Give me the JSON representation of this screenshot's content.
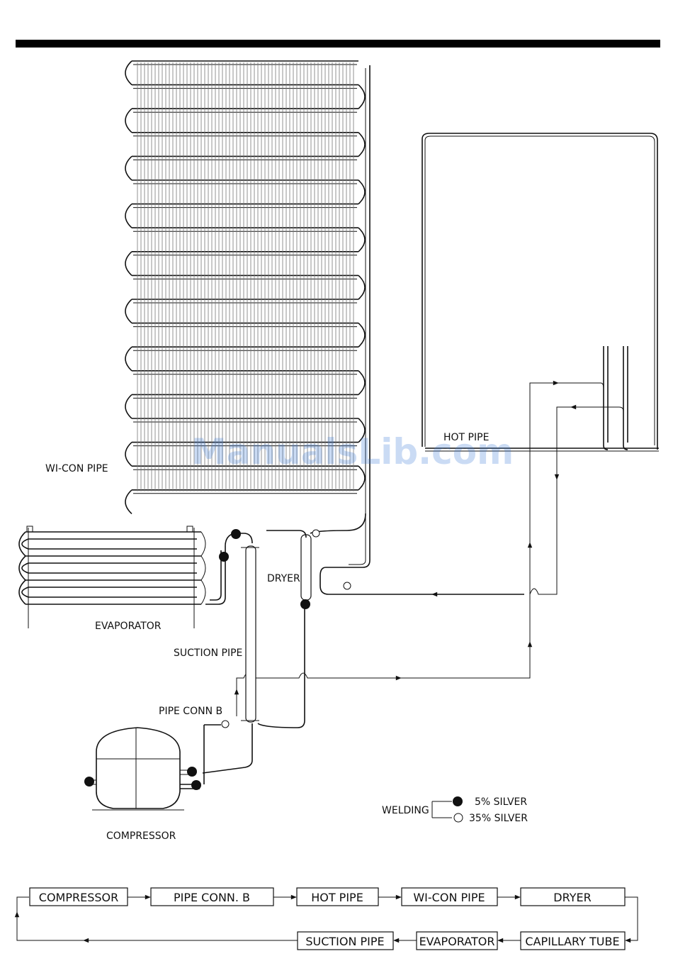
{
  "labels": {
    "wicon_pipe": "WI-CON PIPE",
    "hot_pipe": "HOT PIPE",
    "evaporator": "EVAPORATOR",
    "dryer": "DRYER",
    "suction_pipe": "SUCTION PIPE",
    "pipe_conn_b": "PIPE CONN  B",
    "compressor": "COMPRESSOR"
  },
  "welding": {
    "title": "WELDING",
    "items": [
      {
        "symbol": "filled-circle",
        "label": "5% SILVER"
      },
      {
        "symbol": "open-circle",
        "label": "35% SILVER"
      }
    ]
  },
  "flow": {
    "boxes": [
      "COMPRESSOR",
      "PIPE CONN. B",
      "HOT PIPE",
      "WI-CON PIPE",
      "DRYER",
      "CAPILLARY TUBE",
      "EVAPORATOR",
      "SUCTION PIPE"
    ]
  },
  "watermark": "ManualsLib.com"
}
